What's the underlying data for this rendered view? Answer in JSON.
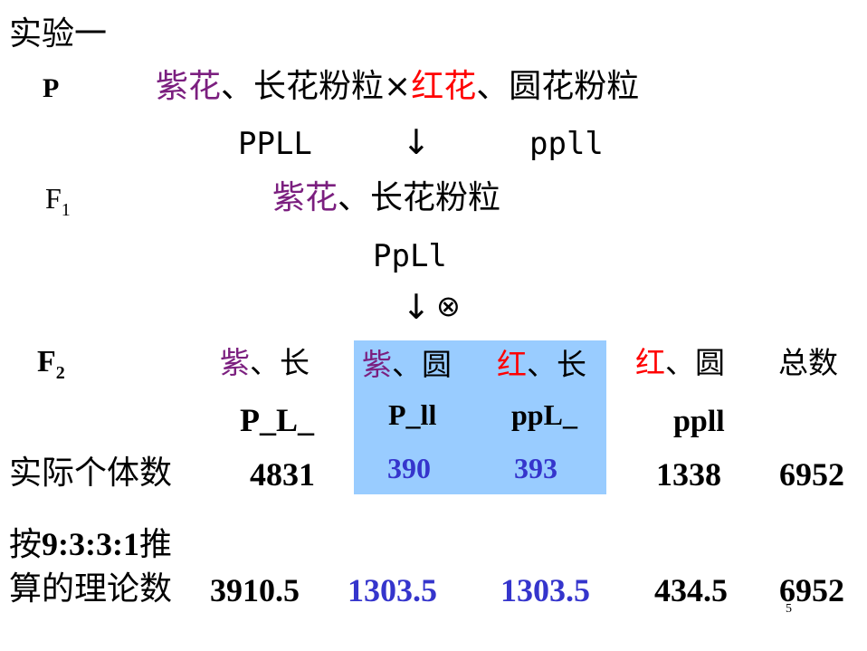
{
  "title": "实验一",
  "p_row": {
    "label": "P",
    "parent1_color": "紫花",
    "parent1_rest": "、长花粉粒",
    "cross": "×",
    "parent2_color": "红花",
    "parent2_rest": "、圆花粉粒"
  },
  "p_genotypes": {
    "left": "PPLL",
    "arrow": "↓",
    "right": "ppll"
  },
  "f1": {
    "label": "F",
    "label_sub": "1",
    "color": "紫花",
    "rest": "、长花粉粒",
    "genotype": "PpLl",
    "arrow": "↓",
    "selfing": "⊗"
  },
  "f2": {
    "label": "F",
    "label_sub": "2",
    "columns": [
      {
        "color": "紫",
        "rest": "、长",
        "genotype": "P_L_",
        "actual": "4831",
        "theoretical": "3910.5"
      },
      {
        "color": "紫",
        "rest": "、圆",
        "genotype": "P_ll",
        "actual": "390",
        "theoretical": "1303.5"
      },
      {
        "color": "红",
        "rest": "、长",
        "genotype": "ppL_",
        "actual": "393",
        "theoretical": "1303.5"
      },
      {
        "color": "红",
        "rest": "、圆",
        "genotype": "ppll",
        "actual": "1338",
        "theoretical": "434.5"
      }
    ],
    "total_header": "总数",
    "total_actual": "6952",
    "total_theoretical": "6952"
  },
  "row_labels": {
    "actual": "实际个体数",
    "theory_line1_prefix": "按",
    "theory_line1_ratio": "9:3:3:1",
    "theory_line1_suffix": "推",
    "theory_line2": "算的理论数"
  },
  "slide_number": "5",
  "colors": {
    "purple": "#7B1F7F",
    "red": "#FF0000",
    "blue": "#3535CC",
    "highlight": "#99CCFF"
  }
}
